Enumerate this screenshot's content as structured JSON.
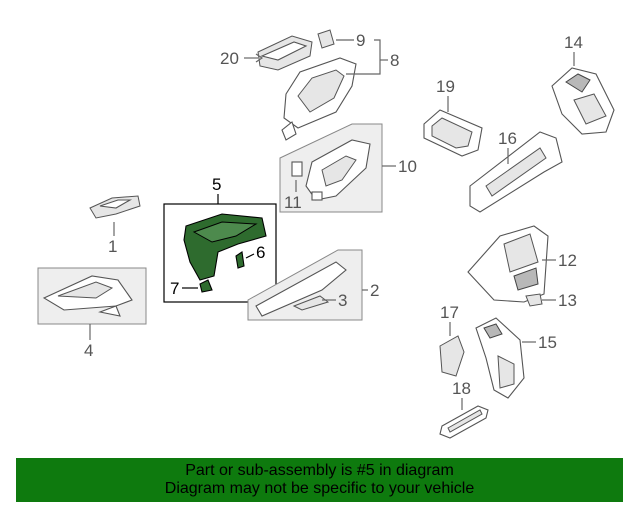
{
  "callouts": {
    "c1": "1",
    "c2": "2",
    "c3": "3",
    "c4": "4",
    "c5": "5",
    "c6": "6",
    "c7": "7",
    "c8": "8",
    "c9": "9",
    "c10": "10",
    "c11": "11",
    "c12": "12",
    "c13": "13",
    "c14": "14",
    "c15": "15",
    "c16": "16",
    "c17": "17",
    "c18": "18",
    "c19": "19",
    "c20": "20"
  },
  "highlight_color": "#2e6b2e",
  "banner": {
    "line1": "Part or sub-assembly is #5 in diagram",
    "line2": "Diagram may not be specific to your vehicle",
    "background": "#0e7a0e"
  }
}
